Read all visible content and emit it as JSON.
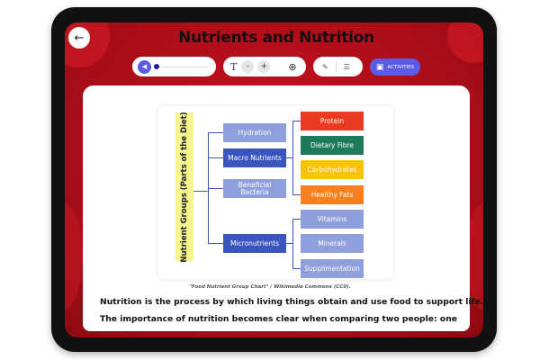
{
  "header": {
    "title": "Nutrients and Nutrition",
    "back_icon": "arrow-left-icon"
  },
  "toolbar": {
    "audio_progress": 0,
    "text_icon": "T",
    "decrease_label": "-",
    "increase_label": "+",
    "activities_label": "ACTIVITIES"
  },
  "diagram": {
    "root": "Nutrient Groups (Parts of the Diet)",
    "groups": [
      "Hydration",
      "Macro Nutrients",
      "Beneficial Bacteria",
      "Micronutrients"
    ],
    "macro_children": [
      "Protein",
      "Dietary Fibre",
      "Carbohydrates",
      "Healthy Fats"
    ],
    "micro_children": [
      "Vitamins",
      "Minerals",
      "Supplimentation"
    ],
    "colors": {
      "protein": "#ea3a1f",
      "fibre": "#1d7a5c",
      "carbs": "#f8c20a",
      "fats": "#f7801e",
      "light": "#8f9fdc",
      "dark": "#3b55c0"
    }
  },
  "caption": "\"Food Nutrient Group Chart\" / Wikimedia Commons (CC0).",
  "body": [
    "Nutrition is the process by which living things obtain and use food to support life.",
    "The importance of nutrition becomes clear when comparing two people: one"
  ]
}
